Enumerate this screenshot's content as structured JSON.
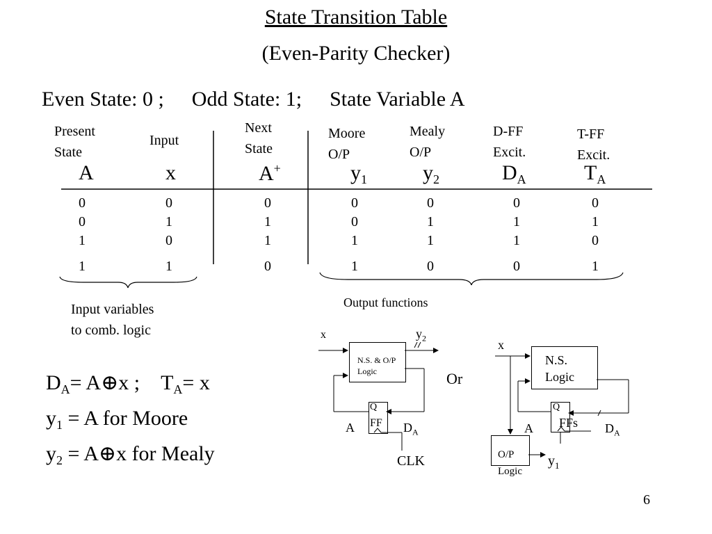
{
  "title": "State Transition Table",
  "subtitle": "(Even-Parity Checker)",
  "states_line": {
    "even": "Even State: 0 ;",
    "odd": "Odd State: 1;",
    "var": "State Variable A"
  },
  "columns": [
    {
      "h1": "Present",
      "h2": "State",
      "sym": "A",
      "sub": "",
      "sup": ""
    },
    {
      "h1": "Input",
      "h2": "",
      "sym": "x",
      "sub": "",
      "sup": ""
    },
    {
      "h1": "Next",
      "h2": "State",
      "sym": "A",
      "sub": "",
      "sup": "+"
    },
    {
      "h1": "Moore",
      "h2": "O/P",
      "sym": "y",
      "sub": "1",
      "sup": ""
    },
    {
      "h1": "Mealy",
      "h2": "O/P",
      "sym": "y",
      "sub": "2",
      "sup": ""
    },
    {
      "h1": "D-FF",
      "h2": "Excit.",
      "sym": "D",
      "sub": "A",
      "sup": ""
    },
    {
      "h1": "T-FF",
      "h2": "Excit.",
      "sym": "T",
      "sub": "A",
      "sup": ""
    }
  ],
  "rows": [
    [
      "0",
      "0",
      "0",
      "0",
      "0",
      "0",
      "0"
    ],
    [
      "0",
      "1",
      "1",
      "0",
      "1",
      "1",
      "1"
    ],
    [
      "1",
      "0",
      "1",
      "1",
      "1",
      "1",
      "0"
    ],
    [
      "1",
      "1",
      "0",
      "1",
      "0",
      "0",
      "1"
    ]
  ],
  "brace_labels": {
    "input_1": "Input variables",
    "input_2": "to comb. logic",
    "output": "Output functions"
  },
  "equations": {
    "da_pre": "D",
    "da_sub": "A",
    "da_post": "= A⊕x ;",
    "ta_pre": "T",
    "ta_sub": "A",
    "ta_post": "= x",
    "y1_pre": "y",
    "y1_sub": "1",
    "y1_post": " =  A  for Moore",
    "y2_pre": "y",
    "y2_sub": "2",
    "y2_post": " =  A⊕x for Mealy"
  },
  "diagram1": {
    "x": "x",
    "y": "y",
    "y_sub": "2",
    "box1": "N.S. & O/P",
    "box2": "Logic",
    "q": "Q",
    "ff": "FF",
    "a": "A",
    "d": "D",
    "d_sub": "A",
    "clk": "CLK"
  },
  "or_label": "Or",
  "diagram2": {
    "x": "x",
    "ns1": "N.S.",
    "ns2": "Logic",
    "q": "Q",
    "ffs": "FFs",
    "a": "A",
    "d": "D",
    "d_sub": "A",
    "op1": "O/P",
    "op2": "Logic",
    "y": "y",
    "y_sub": "1"
  },
  "page_number": "6"
}
